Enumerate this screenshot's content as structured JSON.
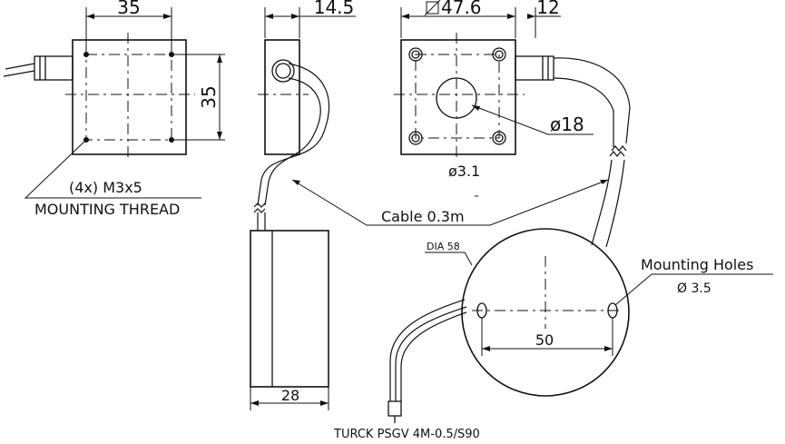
{
  "labels": {
    "dim_35_top": "35",
    "dim_14_5": "14.5",
    "dim_47_6": "47.6",
    "dim_12": "12",
    "dim_35_side": "35",
    "dim_18": "ø18",
    "dim_3_1": "ø3.1",
    "thread_count": "(4x)  M3x5",
    "mounting_thread": "MOUNTING  THREAD",
    "cable": "Cable 0.3m",
    "dia_58": "DIA 58",
    "mounting_holes": "Mounting  Holes",
    "holes_dia": "Ø 3.5",
    "dim_50": "50",
    "dim_28": "28",
    "connector": "TURCK PSGV 4M-0.5/S90"
  }
}
